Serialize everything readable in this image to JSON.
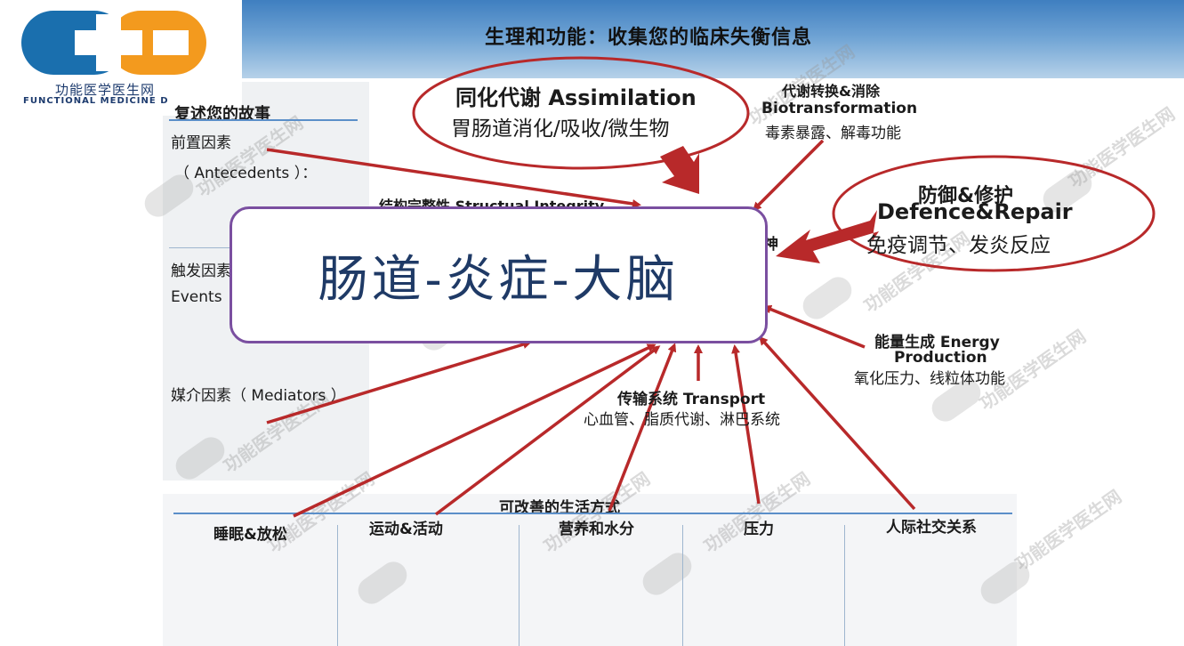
{
  "logo": {
    "cn": "功能医学医生网",
    "en": "FUNCTIONAL MEDICINE D"
  },
  "page_title": "生理和功能：收集您的临床失衡信息",
  "story": {
    "heading": "复述您的故事",
    "antecedents_cn": "前置因素",
    "antecedents_en": "（ Antecedents ）：",
    "triggers_cn": "触发因素",
    "triggers_en": "Events",
    "mediators": "媒介因素（ Mediators ）"
  },
  "nodes": {
    "assimilation_title": "同化代谢 Assimilation",
    "assimilation_sub": "胃肠道消化/吸收/微生物",
    "biotrans_title": "代谢转换&消除",
    "biotrans_en": "Biotransformation",
    "biotrans_sub": "毒素暴露、解毒功能",
    "defence_title": "防御&修护",
    "defence_en": "Defence&Repair",
    "defence_sub": "免疫调节、发炎反应",
    "structural_partial": "结构完整性 Structual Integrity",
    "comm_partial": "神",
    "energy_title": "能量生成 Energy",
    "energy_en": "Production",
    "energy_sub": "氧化压力、线粒体功能",
    "transport_title": "传输系统 Transport",
    "transport_sub": "心血管、脂质代谢、淋巴系统"
  },
  "central_label": "肠道-炎症-大脑",
  "lifestyle": {
    "heading": "可改善的生活方式",
    "items": [
      "睡眠&放松",
      "运动&活动",
      "营养和水分",
      "压力",
      "人际社交关系"
    ]
  },
  "watermark": "功能医学医生网",
  "colors": {
    "arrow": "#b8292a",
    "oval": "#b8292a",
    "central_border": "#7a4fa0",
    "logo_blue": "#1a6fae",
    "logo_orange": "#f39a1e"
  }
}
